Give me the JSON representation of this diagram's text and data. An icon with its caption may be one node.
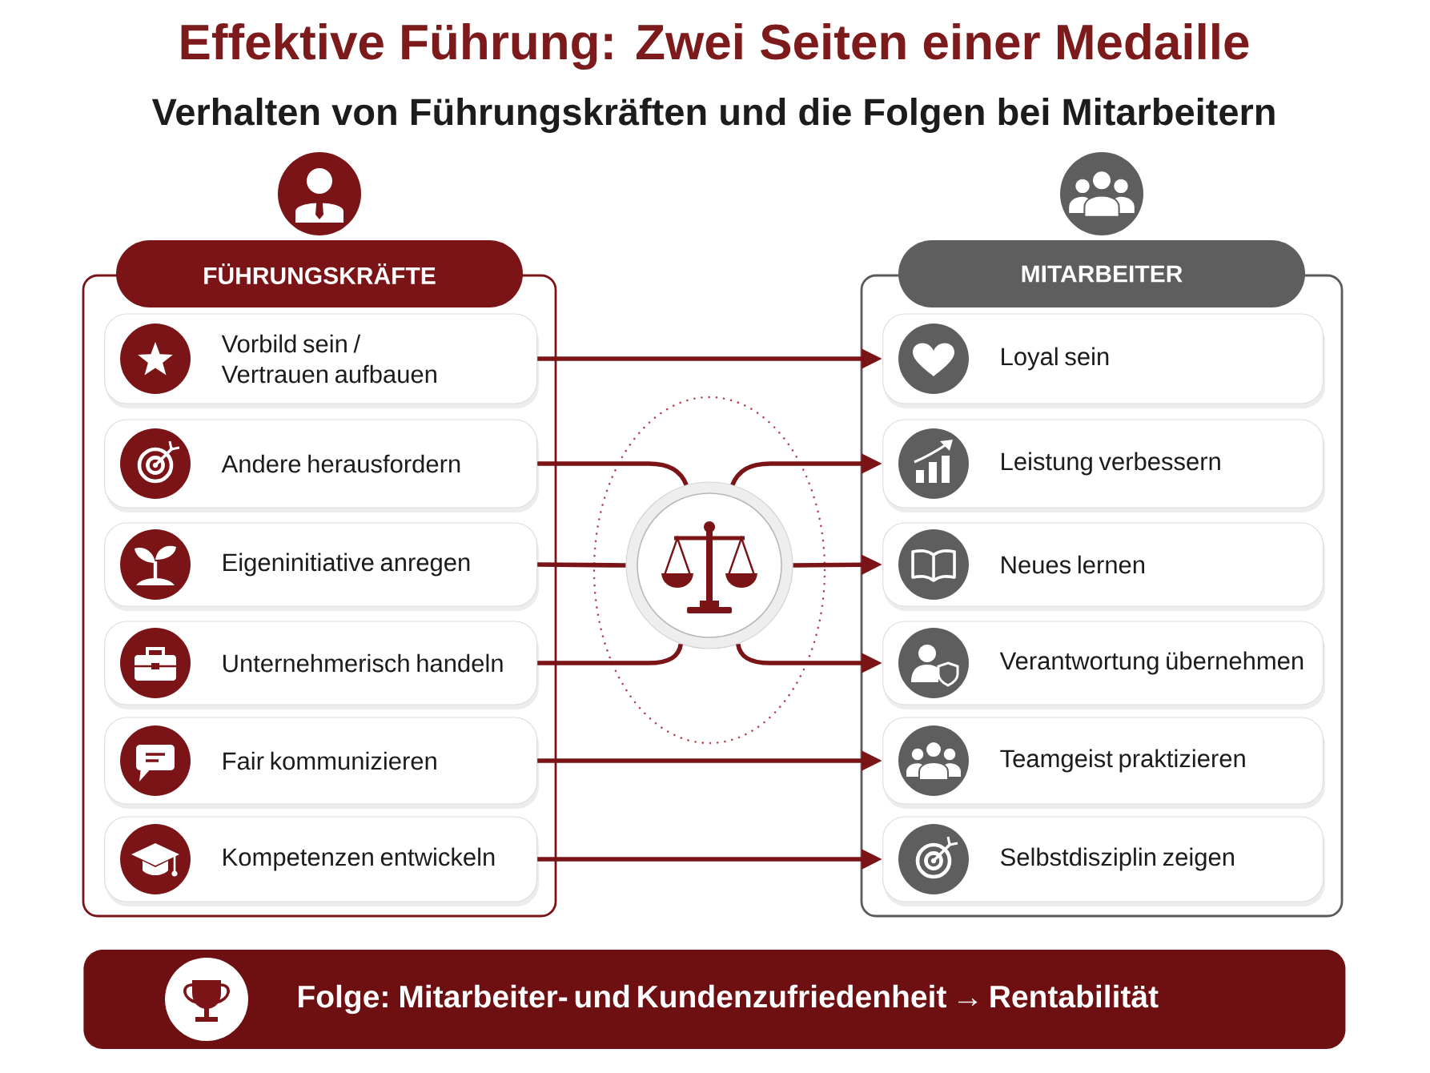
{
  "diagram": {
    "title": "Effektive Führung: Zwei Seiten einer Medaille",
    "nodes": [
      {
        "text": [
          "FÜHRUNGSKRÄFTE"
        ]
      },
      {
        "text": [
          "Vorbild sein / Vertrauen aufbauen"
        ],
        "in": 0
      },
      {
        "text": [
          "Andere herausfordern"
        ],
        "in": 0
      },
      {
        "text": [
          "Eigeninitiative anregen"
        ],
        "in": 0
      },
      {
        "text": [
          "Unternehmerisch handeln"
        ],
        "in": 0
      },
      {
        "text": [
          "Fair kommunizieren"
        ],
        "in": 0
      },
      {
        "text": [
          "Kompetenzen entwickeln"
        ],
        "in": 0
      },
      {
        "text": [],
        "shape": "circle"
      },
      {
        "text": [
          "MITARBEITER"
        ]
      },
      {
        "text": [
          "Loyal sein"
        ],
        "in": 8
      },
      {
        "text": [
          "Leistung verbessern"
        ],
        "in": 8
      },
      {
        "text": [
          "Neues lernen"
        ],
        "in": 8
      },
      {
        "text": [
          "Verantwortung übernehmen"
        ],
        "in": 8
      },
      {
        "text": [
          "Teamgeist praktizieren"
        ],
        "in": 8
      },
      {
        "text": [
          "Selbstdisziplin zeigen"
        ],
        "in": 8
      },
      {
        "text": [
          "Folge: Mitarbeiter- und Kundenzufriedenheit → Rentabilität"
        ]
      }
    ],
    "edges": [
      {
        "from": 1,
        "to": 9,
        "arrow": "to"
      },
      {
        "from": 2,
        "to": 7,
        "arrow": "none"
      },
      {
        "from": 7,
        "to": 10,
        "arrow": "to"
      },
      {
        "from": 3,
        "to": 7,
        "arrow": "none"
      },
      {
        "from": 7,
        "to": 11,
        "arrow": "to"
      },
      {
        "from": 4,
        "to": 7,
        "arrow": "none"
      },
      {
        "from": 7,
        "to": 12,
        "arrow": "to"
      },
      {
        "from": 5,
        "to": 13,
        "arrow": "to"
      },
      {
        "from": 6,
        "to": 14,
        "arrow": "to"
      }
    ],
    "labels": [
      "Verhalten von Führungskräften und die Folgen bei Mitarbeitern"
    ]
  }
}
